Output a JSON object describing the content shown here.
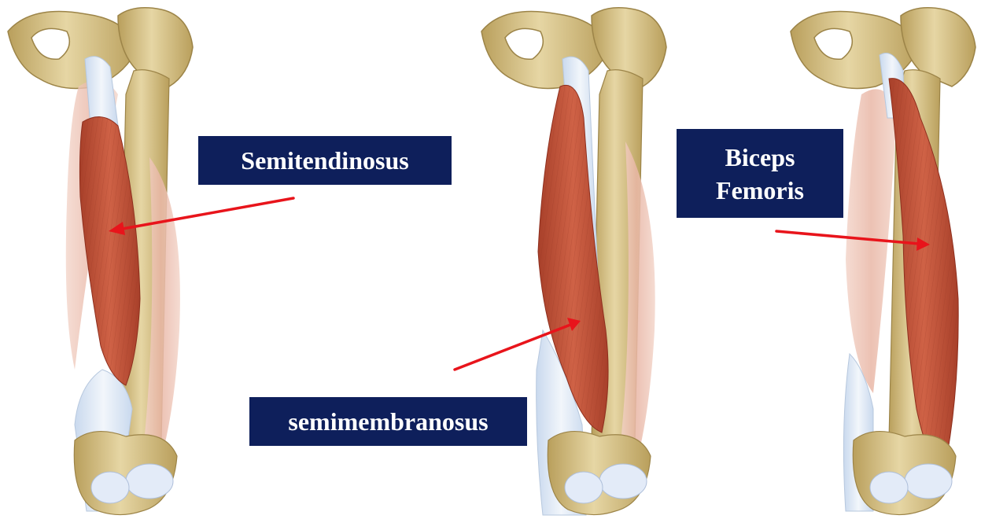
{
  "labels": {
    "semitendinosus": "Semitendinosus",
    "semimembranosus": "semimembranosus",
    "biceps_femoris_line1": "Biceps",
    "biceps_femoris_line2": "Femoris"
  },
  "colors": {
    "label_background": "#0e1f5b",
    "label_text": "#ffffff",
    "arrow": "#e8141b",
    "highlight_muscle": "#c8553a",
    "faded_muscle": "#edc4b6",
    "bone": "#d9c58e",
    "tendon": "#dce8f5"
  }
}
